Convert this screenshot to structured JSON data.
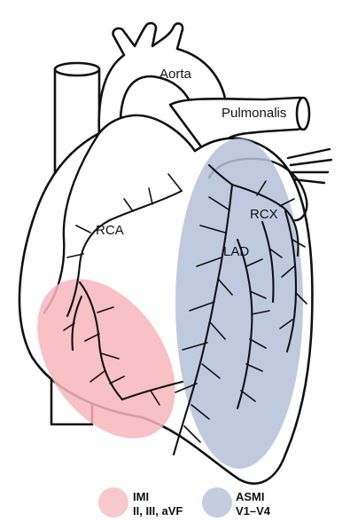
{
  "labels": {
    "aorta": "Aorta",
    "pulmonalis": "Pulmonalis",
    "rca": "RCA",
    "rcx": "RCX",
    "lad": "LAD"
  },
  "legend": [
    {
      "name": "IMI",
      "leads": "II, III, aVF",
      "color": "#f7c9cc"
    },
    {
      "name": "ASMI",
      "leads": "V1–V4",
      "color": "#c3cde0"
    }
  ],
  "colors": {
    "imi_region": "#f6b6bb",
    "asmi_region": "#b5c1d9",
    "outline": "#111111"
  }
}
